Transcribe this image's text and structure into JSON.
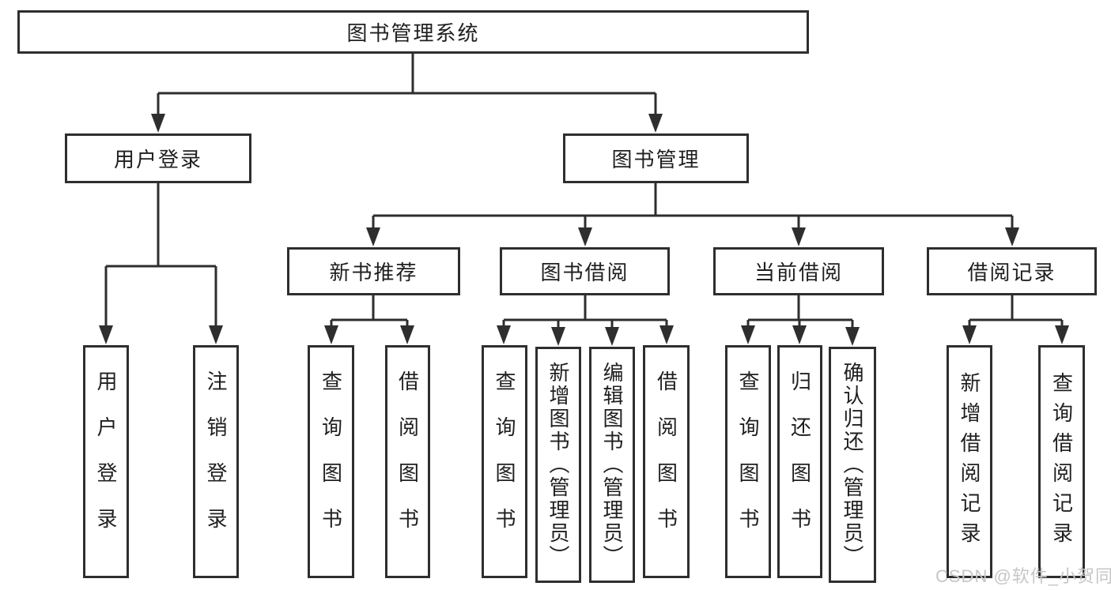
{
  "tree": {
    "label": "图书管理系统",
    "children": [
      {
        "label": "用户登录",
        "children": [
          {
            "label": "用户登录"
          },
          {
            "label": "注销登录"
          }
        ]
      },
      {
        "label": "图书管理",
        "children": [
          {
            "label": "新书推荐",
            "children": [
              {
                "label": "查询图书"
              },
              {
                "label": "借阅图书"
              }
            ]
          },
          {
            "label": "图书借阅",
            "children": [
              {
                "label": "查询图书"
              },
              {
                "label": "新增图书（管理员）"
              },
              {
                "label": "编辑图书（管理员）"
              },
              {
                "label": "借阅图书"
              }
            ]
          },
          {
            "label": "当前借阅",
            "children": [
              {
                "label": "查询图书"
              },
              {
                "label": "归还图书"
              },
              {
                "label": "确认归还（管理员）"
              }
            ]
          },
          {
            "label": "借阅记录",
            "children": [
              {
                "label": "新增借阅记录"
              },
              {
                "label": "查询借阅记录"
              }
            ]
          }
        ]
      }
    ]
  },
  "watermark": "CSDN @软件_小贺同学",
  "colors": {
    "line": "#2e2e2e",
    "text": "#1f1f1f",
    "watermark": "#c6c6c6",
    "background": "#ffffff"
  }
}
